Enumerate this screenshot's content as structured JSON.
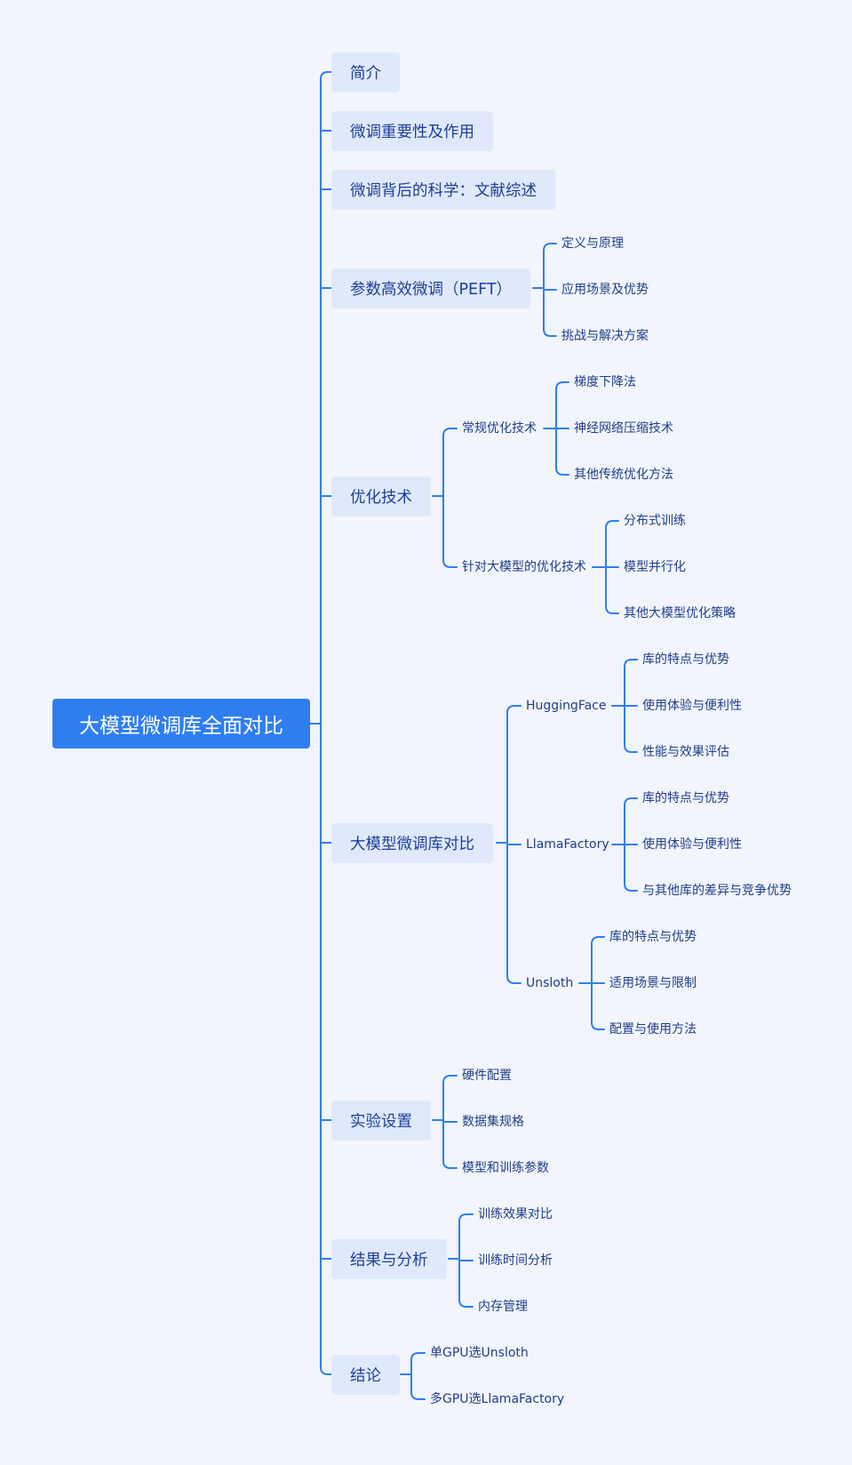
{
  "root": "大模型微调库全面对比",
  "sections": {
    "intro": "简介",
    "importance": "微调重要性及作用",
    "science": "微调背后的科学：文献综述",
    "peft": "参数高效微调（PEFT）",
    "optimization": "优化技术",
    "comparison": "大模型微调库对比",
    "experiment": "实验设置",
    "results": "结果与分析",
    "conclusion": "结论"
  },
  "peft_items": [
    "定义与原理",
    "应用场景及优势",
    "挑战与解决方案"
  ],
  "optimization": {
    "conventional": "常规优化技术",
    "conventional_items": [
      "梯度下降法",
      "神经网络压缩技术",
      "其他传统优化方法"
    ],
    "large_model": "针对大模型的优化技术",
    "large_model_items": [
      "分布式训练",
      "模型并行化",
      "其他大模型优化策略"
    ]
  },
  "comparison": {
    "huggingface": "HuggingFace",
    "huggingface_items": [
      "库的特点与优势",
      "使用体验与便利性",
      "性能与效果评估"
    ],
    "llamafactory": "LlamaFactory",
    "llamafactory_items": [
      "库的特点与优势",
      "使用体验与便利性",
      "与其他库的差异与竞争优势"
    ],
    "unsloth": "Unsloth",
    "unsloth_items": [
      "库的特点与优势",
      "适用场景与限制",
      "配置与使用方法"
    ]
  },
  "experiment_items": [
    "硬件配置",
    "数据集规格",
    "模型和训练参数"
  ],
  "results_items": [
    "训练效果对比",
    "训练时间分析",
    "内存管理"
  ],
  "conclusion_items": [
    "单GPU选Unsloth",
    "多GPU选LlamaFactory"
  ],
  "colors": {
    "line": "#2f7ef0",
    "root": "#2f7ef0",
    "section_bg": "#e0e9fb",
    "background": "#f3f5fc"
  }
}
